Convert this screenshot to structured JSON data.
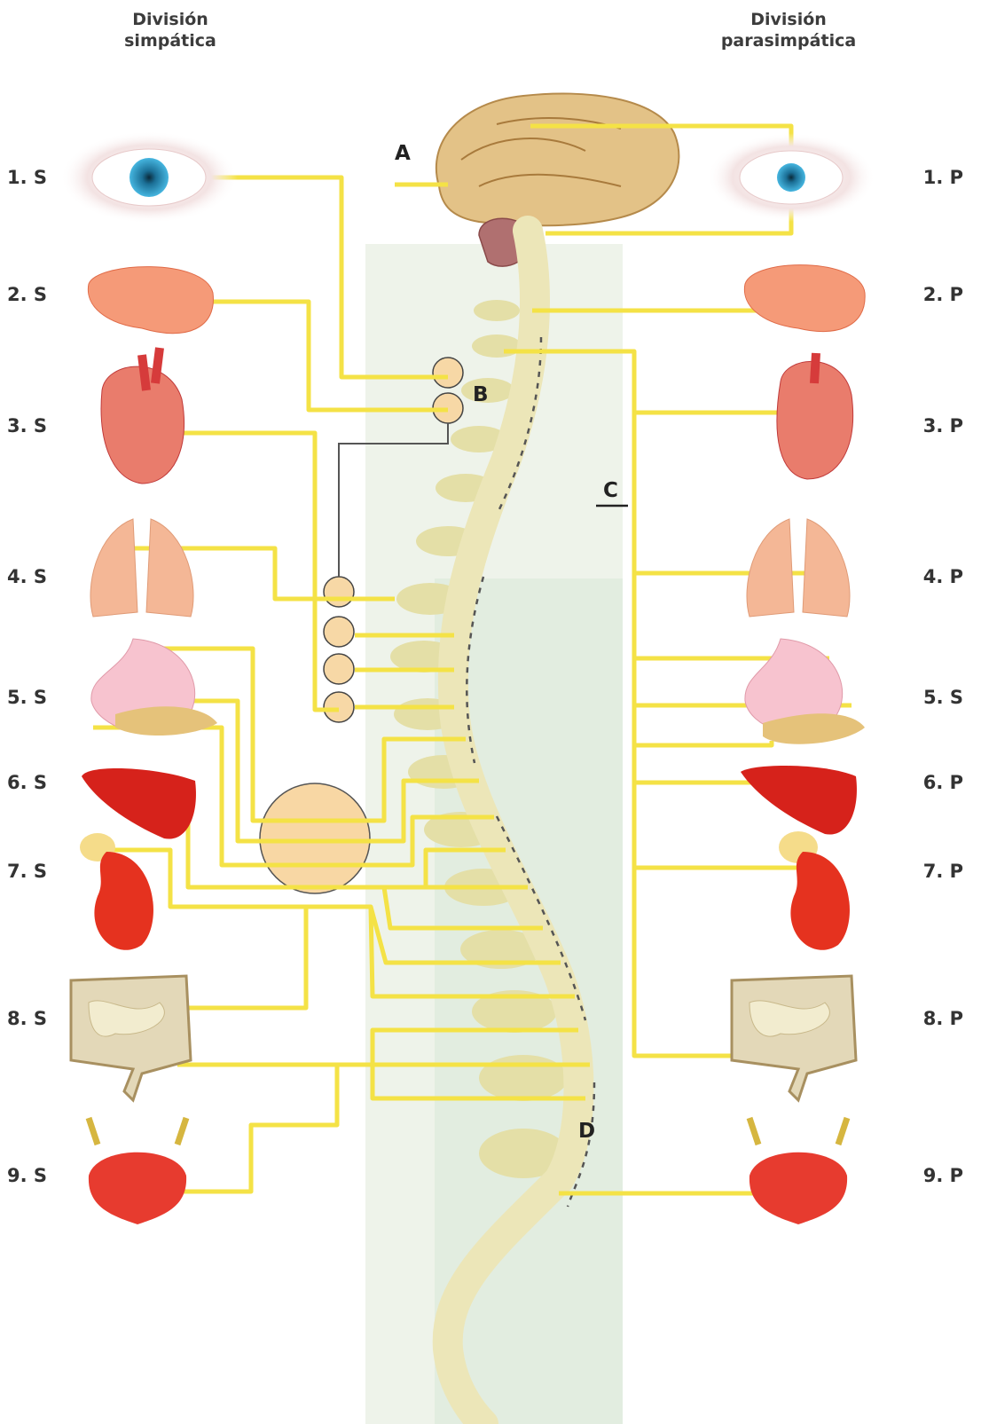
{
  "headers": {
    "left": [
      "División",
      "simpática"
    ],
    "right": [
      "División",
      "parasimpática"
    ]
  },
  "left_labels": [
    "1. S",
    "2. S",
    "3. S",
    "4. S",
    "5. S",
    "6. S",
    "7. S",
    "8. S",
    "9. S"
  ],
  "right_labels": [
    "1. P",
    "2. P",
    "3. P",
    "4. P",
    "5. S",
    "6. P",
    "7. P",
    "8. P",
    "9. P"
  ],
  "letters": {
    "a": "A",
    "b": "B",
    "c": "C",
    "d": "D"
  },
  "colors": {
    "nerve": "#f4e246",
    "spine": "#eeebbf",
    "vertebra": "#e4dfa7",
    "panel": "#e9f0e2",
    "ganglion": "#f7d8a6"
  },
  "organs": [
    "eye",
    "salivary-gland",
    "heart",
    "lungs",
    "stomach",
    "pancreas",
    "liver",
    "kidney",
    "intestine",
    "bladder"
  ]
}
